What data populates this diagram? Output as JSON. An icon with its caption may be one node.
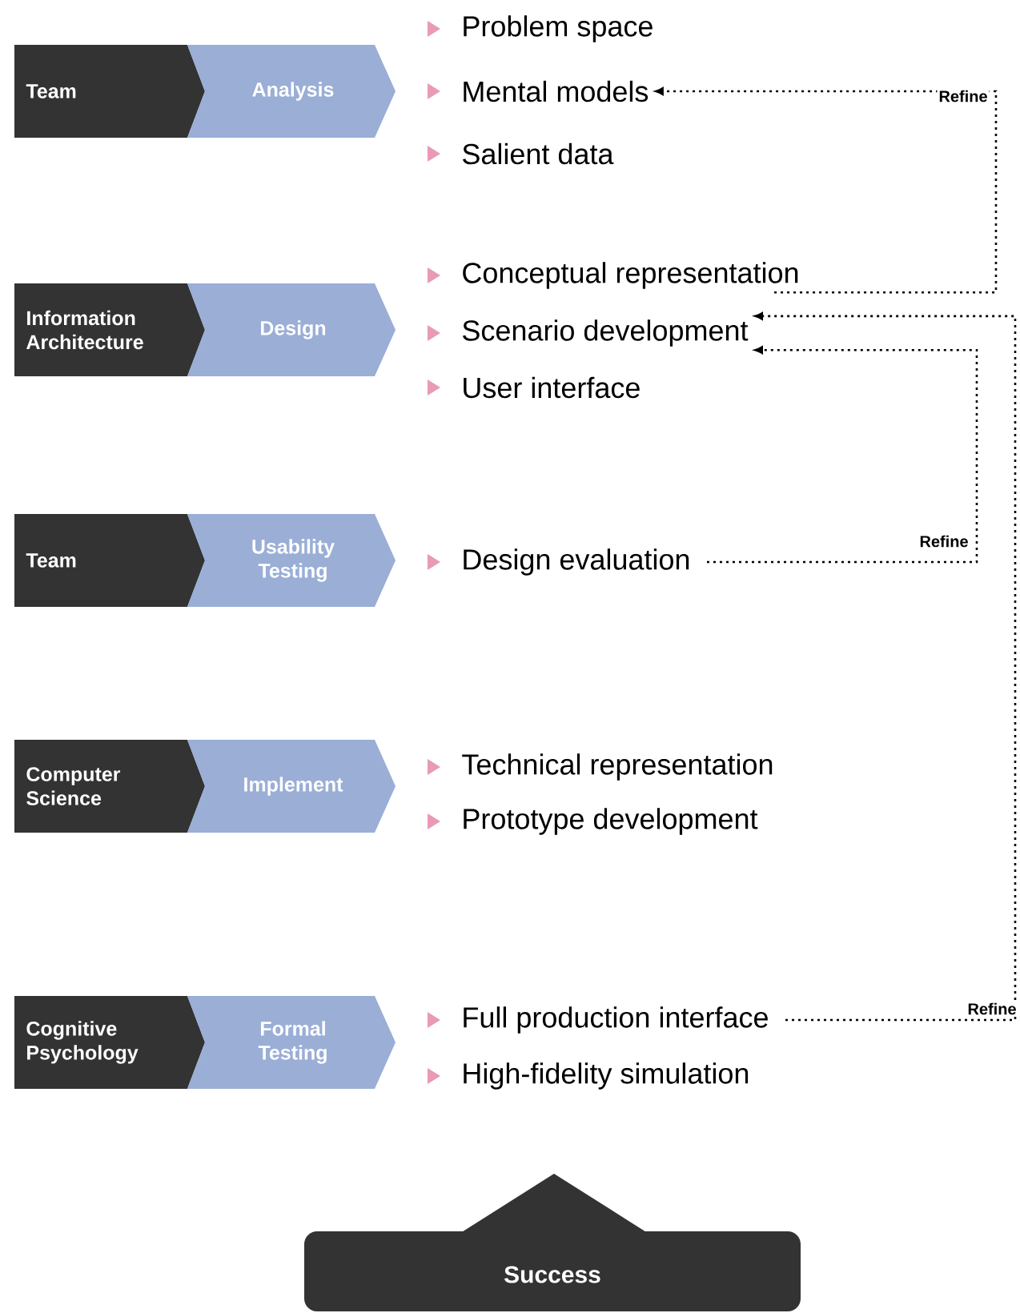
{
  "diagram": {
    "nodes": [
      {
        "text": [
          "Team"
        ]
      },
      {
        "text": [
          "Analysis"
        ]
      },
      {
        "text": [
          "Problem space"
        ]
      },
      {
        "text": [
          "Mental models"
        ]
      },
      {
        "text": [
          "Salient data"
        ]
      },
      {
        "text": [
          "Information Architecture"
        ]
      },
      {
        "text": [
          "Design"
        ]
      },
      {
        "text": [
          "Conceptual representation"
        ]
      },
      {
        "text": [
          "Scenario development"
        ]
      },
      {
        "text": [
          "User interface"
        ]
      },
      {
        "text": [
          "Team"
        ]
      },
      {
        "text": [
          "Usability Testing"
        ]
      },
      {
        "text": [
          "Design evaluation"
        ]
      },
      {
        "text": [
          "Computer Science"
        ]
      },
      {
        "text": [
          "Implement"
        ]
      },
      {
        "text": [
          "Technical representation"
        ]
      },
      {
        "text": [
          "Prototype development"
        ]
      },
      {
        "text": [
          "Cognitive Psychology"
        ]
      },
      {
        "text": [
          "Formal Testing"
        ]
      },
      {
        "text": [
          "Full production interface"
        ]
      },
      {
        "text": [
          "High-fidelity simulation"
        ]
      },
      {
        "text": [
          "Success"
        ]
      }
    ],
    "edges": [
      {
        "from": 7,
        "to": 3,
        "arrow": "to",
        "label": "Refine"
      },
      {
        "from": 12,
        "to": 8,
        "arrow": "to",
        "label": "Refine"
      },
      {
        "from": 19,
        "to": 8,
        "arrow": "to",
        "label": "Refine"
      }
    ]
  }
}
